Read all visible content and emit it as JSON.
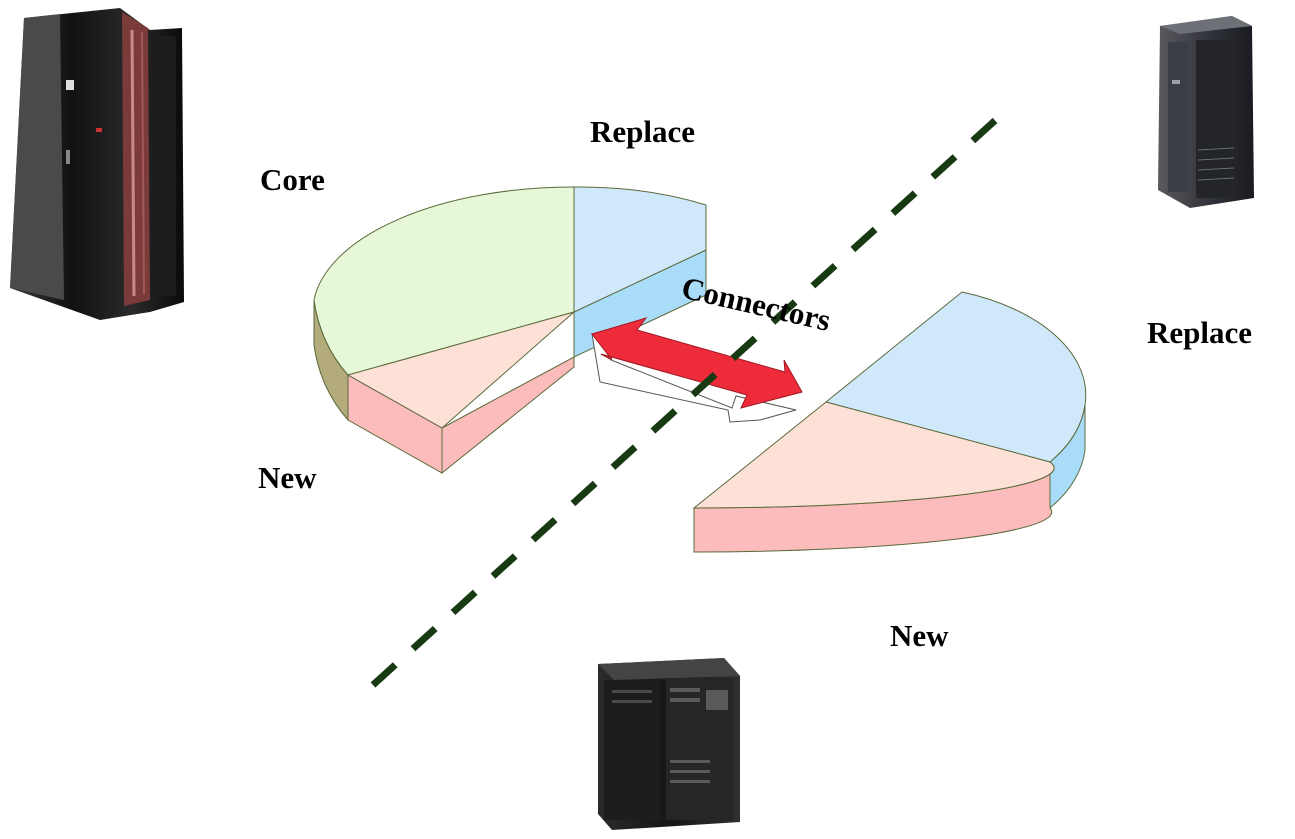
{
  "labels": {
    "core": "Core",
    "replace_top": "Replace",
    "replace_right": "Replace",
    "new_left": "New",
    "new_bottom": "New",
    "connectors": "Connectors"
  },
  "colors": {
    "core_slice": "#e6f8d8",
    "core_side": "#b3ab7c",
    "replace_slice": "#cfe9fb",
    "replace_side": "#a9dcf9",
    "new_slice": "#fde0d6",
    "new_side": "#fdbcbc",
    "arrow": "#ee2b3b",
    "divider": "#173a12"
  },
  "icons": [
    "server-rack-icon",
    "tower-server-icon",
    "mainframe-cabinet-icon"
  ]
}
